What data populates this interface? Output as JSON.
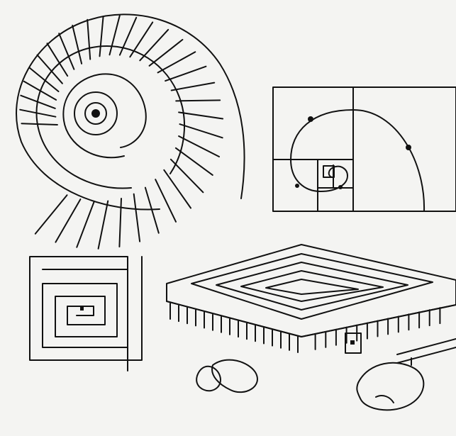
{
  "colors": {
    "ink": "#111111",
    "paper": "#f4f4f2"
  },
  "illustrations": [
    {
      "subject": "ammonite-shell",
      "style": "pen-and-ink sketch"
    },
    {
      "subject": "golden-rectangle-spiral",
      "style": "pen-and-ink sketch"
    },
    {
      "subject": "square-spiral",
      "style": "pen-and-ink sketch"
    },
    {
      "subject": "square-spiral-maze-structure",
      "style": "pen-and-ink sketch"
    }
  ]
}
